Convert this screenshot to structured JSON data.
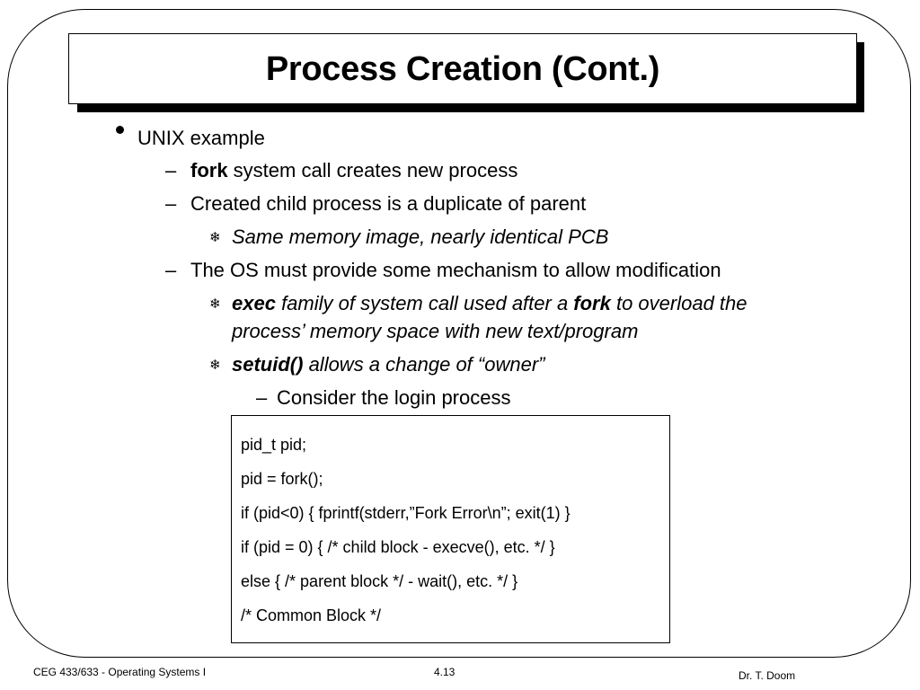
{
  "title": "Process Creation (Cont.)",
  "bullets": {
    "l1_text": "UNIX example",
    "dash": "–",
    "fork_bold": "fork",
    "fork_rest": " system call creates new process",
    "created_child": "Created child process is a duplicate of parent",
    "same_memory": "Same memory image, nearly identical PCB",
    "os_must": "The OS must provide some mechanism to allow modification",
    "exec_bold": "exec",
    "exec_mid": " family of system call used after a ",
    "exec_fork_bold": "fork",
    "exec_end": " to overload the",
    "exec_line2": "process’ memory space with new text/program",
    "setuid_bold": "setuid()",
    "setuid_rest": " allows a change of “owner”",
    "consider": "Consider the login process"
  },
  "code": [
    "pid_t pid;",
    "pid = fork();",
    "if (pid<0) { fprintf(stderr,”Fork Error\\n”; exit(1) }",
    "if (pid = 0) { /* child block - execve(), etc. */ }",
    "else { /* parent block */ - wait(), etc. */ }",
    "/* Common Block */"
  ],
  "footer": {
    "course": "CEG 433/633 - Operating Systems I",
    "page": "4.13",
    "author": "Dr. T. Doom"
  },
  "icons": {
    "bullet": "bullet-dot-icon",
    "sub_bullet": "snowflake-icon"
  }
}
